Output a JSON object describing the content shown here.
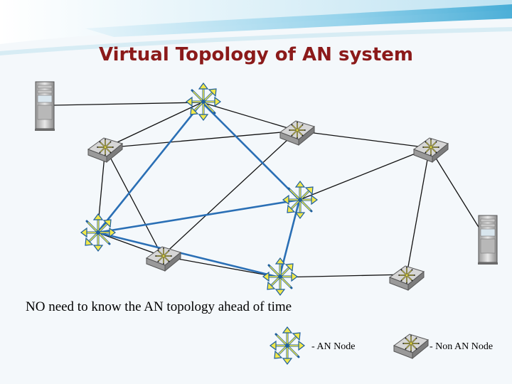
{
  "title": "Virtual Topology of AN system",
  "caption": "NO need to know the AN topology ahead of time",
  "legend": {
    "an_node": "- AN Node",
    "non_an_node": "- Non AN Node"
  },
  "colors": {
    "title": "#8b1a1a",
    "virtual_link": "#2a6fb5",
    "physical_link": "#111111",
    "an_node_arrow": "#f2e84a",
    "an_node_outline": "#2a6fb5",
    "non_an_base": "#a9a9a9",
    "header_wave": "#5bb8dc"
  },
  "icons": [
    "an-node-icon",
    "non-an-node-icon",
    "server-icon"
  ]
}
